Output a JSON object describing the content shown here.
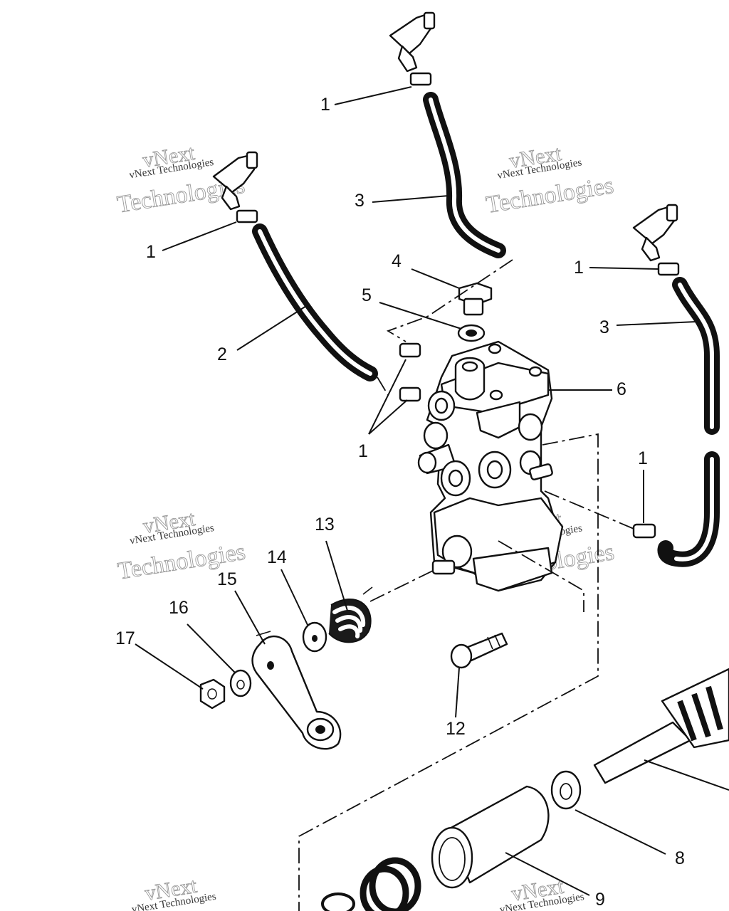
{
  "callouts": [
    "1",
    "3",
    "1",
    "2",
    "3",
    "4",
    "5",
    "6",
    "1",
    "1",
    "1",
    "13",
    "14",
    "15",
    "16",
    "17",
    "12",
    "8",
    "9"
  ],
  "watermark": {
    "line1": "vNext",
    "line2": "Technologies",
    "small": "vNext Technologies"
  },
  "colors": {
    "ink": "#111111",
    "watermark": "#9a9a9a",
    "paper": "#ffffff"
  }
}
